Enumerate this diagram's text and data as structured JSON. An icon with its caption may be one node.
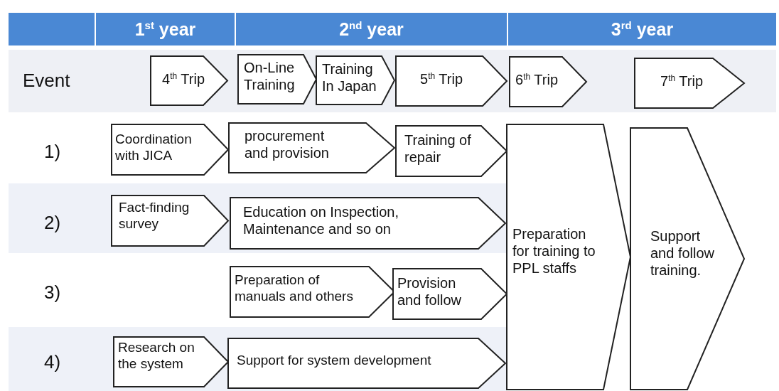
{
  "diagram": {
    "nodes": [
      {
        "text": [
          "1$^{st}$ year"
        ]
      },
      {
        "text": [
          "2$^{nd}$ year"
        ]
      },
      {
        "text": [
          "3$^{rd}$ year"
        ]
      },
      {
        "text": [
          "4$^{th}$ Trip"
        ]
      },
      {
        "text": [
          "On-Line Training"
        ]
      },
      {
        "text": [
          "Training In Japan"
        ]
      },
      {
        "text": [
          "5$^{th}$ Trip"
        ]
      },
      {
        "text": [
          "6$^{th}$ Trip"
        ]
      },
      {
        "text": [
          "7$^{th}$ Trip"
        ]
      },
      {
        "text": [
          "Coordination with JICA"
        ]
      },
      {
        "text": [
          "procurement and provision"
        ]
      },
      {
        "text": [
          "Training of repair"
        ]
      },
      {
        "text": [
          "Fact-finding survey"
        ]
      },
      {
        "text": [
          "Education on Inspection, Maintenance and so on"
        ]
      },
      {
        "text": [
          "Preparation of manuals and others"
        ]
      },
      {
        "text": [
          "Provision and follow"
        ]
      },
      {
        "text": [
          "Research on the system"
        ]
      },
      {
        "text": [
          "Support for system development"
        ]
      },
      {
        "text": [
          "Preparation for training to PPL staffs"
        ]
      },
      {
        "text": [
          "Support and follow training."
        ]
      }
    ],
    "labels": [
      "Event",
      "1)",
      "2)",
      "3)",
      "4)"
    ]
  }
}
